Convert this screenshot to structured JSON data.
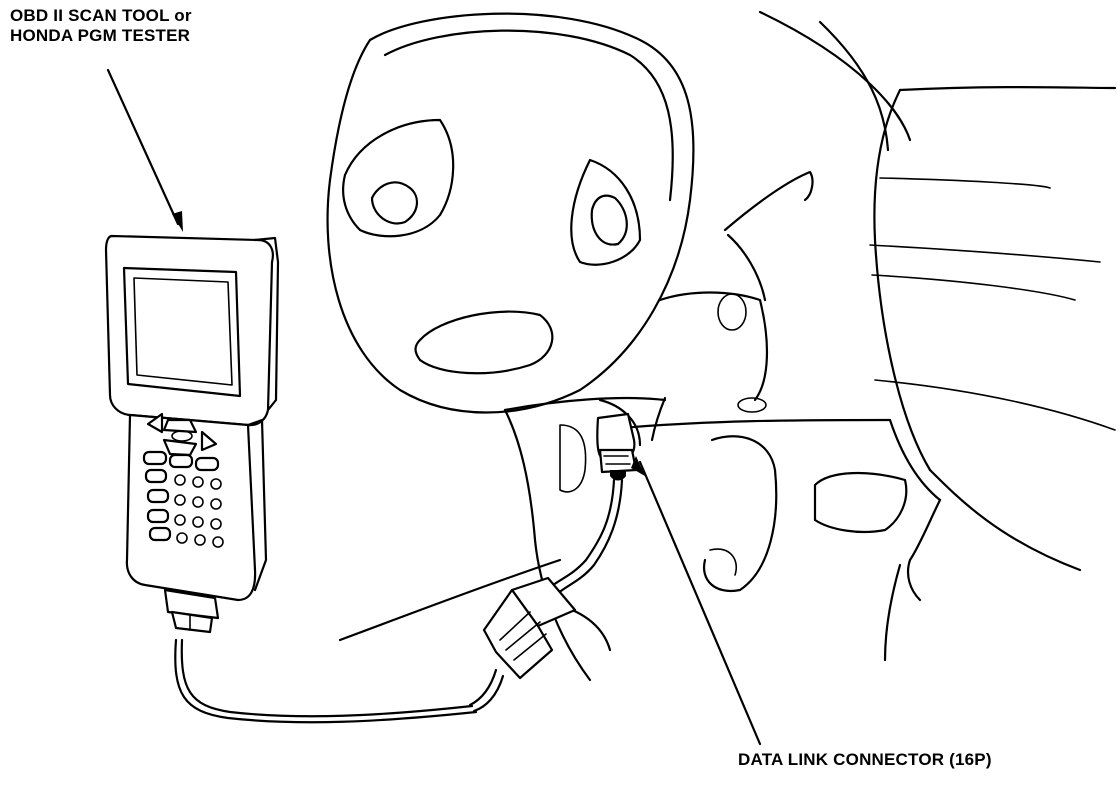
{
  "labels": {
    "scan_tool_line1": "OBD II SCAN TOOL or",
    "scan_tool_line2": "HONDA PGM TESTER",
    "data_link_connector": "DATA LINK CONNECTOR (16P)"
  },
  "icons": {
    "scan_tool": "handheld-scan-tool-drawing",
    "steering_wheel": "steering-wheel-drawing",
    "dashboard": "dashboard-lower-panel-drawing",
    "connector": "obd-connector-drawing"
  },
  "colors": {
    "ink": "#000000",
    "paper": "#ffffff"
  }
}
